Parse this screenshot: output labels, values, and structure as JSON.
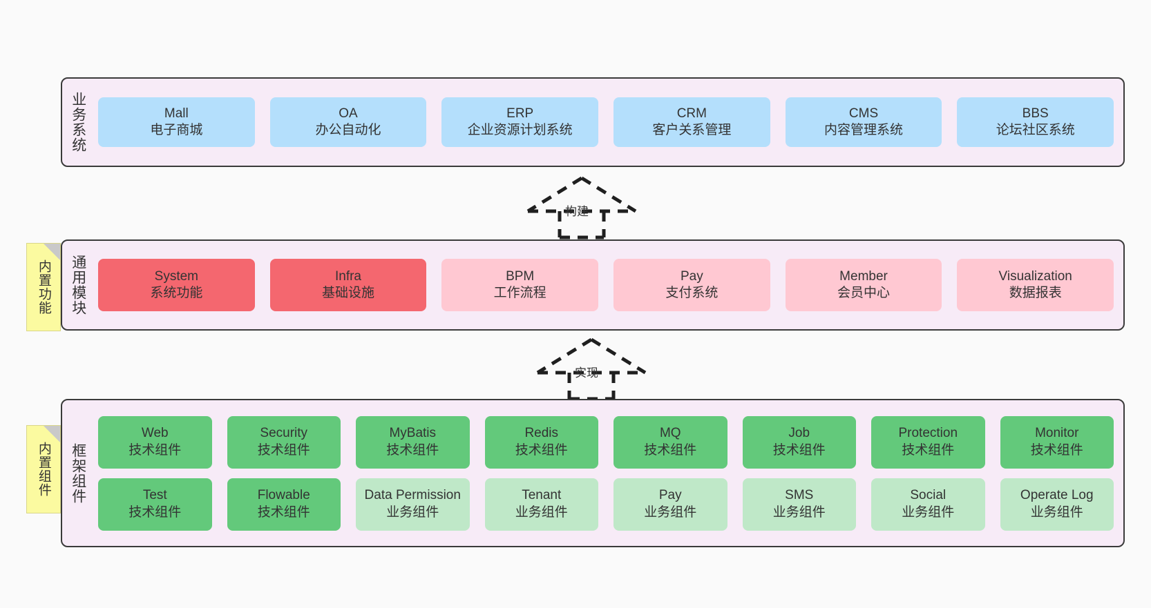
{
  "colors": {
    "canvas": "#fafafa",
    "layer_bg": "#f7ebf7",
    "layer_border": "#3a3a3a",
    "business_cell": "#b4dffc",
    "module_core": "#f4676f",
    "module_other": "#ffc8d2",
    "component_tech": "#63c97b",
    "component_biz": "#bfe8c8",
    "note_bg": "#fbfaa0",
    "note_fold": "#c9c9c9"
  },
  "layers": [
    {
      "id": "business",
      "title": "业务系统",
      "rows": [
        [
          {
            "en": "Mall",
            "cn": "电子商城",
            "style": "c-blue"
          },
          {
            "en": "OA",
            "cn": "办公自动化",
            "style": "c-blue"
          },
          {
            "en": "ERP",
            "cn": "企业资源计划系统",
            "style": "c-blue"
          },
          {
            "en": "CRM",
            "cn": "客户关系管理",
            "style": "c-blue"
          },
          {
            "en": "CMS",
            "cn": "内容管理系统",
            "style": "c-blue"
          },
          {
            "en": "BBS",
            "cn": "论坛社区系统",
            "style": "c-blue"
          }
        ]
      ]
    },
    {
      "id": "modules",
      "title": "通用模块",
      "rows": [
        [
          {
            "en": "System",
            "cn": "系统功能",
            "style": "c-red"
          },
          {
            "en": "Infra",
            "cn": "基础设施",
            "style": "c-red"
          },
          {
            "en": "BPM",
            "cn": "工作流程",
            "style": "c-pink"
          },
          {
            "en": "Pay",
            "cn": "支付系统",
            "style": "c-pink"
          },
          {
            "en": "Member",
            "cn": "会员中心",
            "style": "c-pink"
          },
          {
            "en": "Visualization",
            "cn": "数据报表",
            "style": "c-pink"
          }
        ]
      ]
    },
    {
      "id": "framework",
      "title": "框架组件",
      "rows": [
        [
          {
            "en": "Web",
            "cn": "技术组件",
            "style": "c-green"
          },
          {
            "en": "Security",
            "cn": "技术组件",
            "style": "c-green"
          },
          {
            "en": "MyBatis",
            "cn": "技术组件",
            "style": "c-green"
          },
          {
            "en": "Redis",
            "cn": "技术组件",
            "style": "c-green"
          },
          {
            "en": "MQ",
            "cn": "技术组件",
            "style": "c-green"
          },
          {
            "en": "Job",
            "cn": "技术组件",
            "style": "c-green"
          },
          {
            "en": "Protection",
            "cn": "技术组件",
            "style": "c-green"
          },
          {
            "en": "Monitor",
            "cn": "技术组件",
            "style": "c-green"
          }
        ],
        [
          {
            "en": "Test",
            "cn": "技术组件",
            "style": "c-green"
          },
          {
            "en": "Flowable",
            "cn": "技术组件",
            "style": "c-green"
          },
          {
            "en": "Data Permission",
            "cn": "业务组件",
            "style": "c-green-light wrap"
          },
          {
            "en": "Tenant",
            "cn": "业务组件",
            "style": "c-green-light"
          },
          {
            "en": "Pay",
            "cn": "业务组件",
            "style": "c-green-light"
          },
          {
            "en": "SMS",
            "cn": "业务组件",
            "style": "c-green-light"
          },
          {
            "en": "Social",
            "cn": "业务组件",
            "style": "c-green-light"
          },
          {
            "en": "Operate Log",
            "cn": "业务组件",
            "style": "c-green-light"
          }
        ]
      ]
    }
  ],
  "notes": [
    {
      "id": "builtin-func",
      "text": "内置功能"
    },
    {
      "id": "builtin-comp",
      "text": "内置组件"
    }
  ],
  "arrows": [
    {
      "id": "build",
      "label": "构建",
      "icon": "generalization-arrow-up-icon"
    },
    {
      "id": "implement",
      "label": "实现",
      "icon": "generalization-arrow-up-icon"
    }
  ]
}
